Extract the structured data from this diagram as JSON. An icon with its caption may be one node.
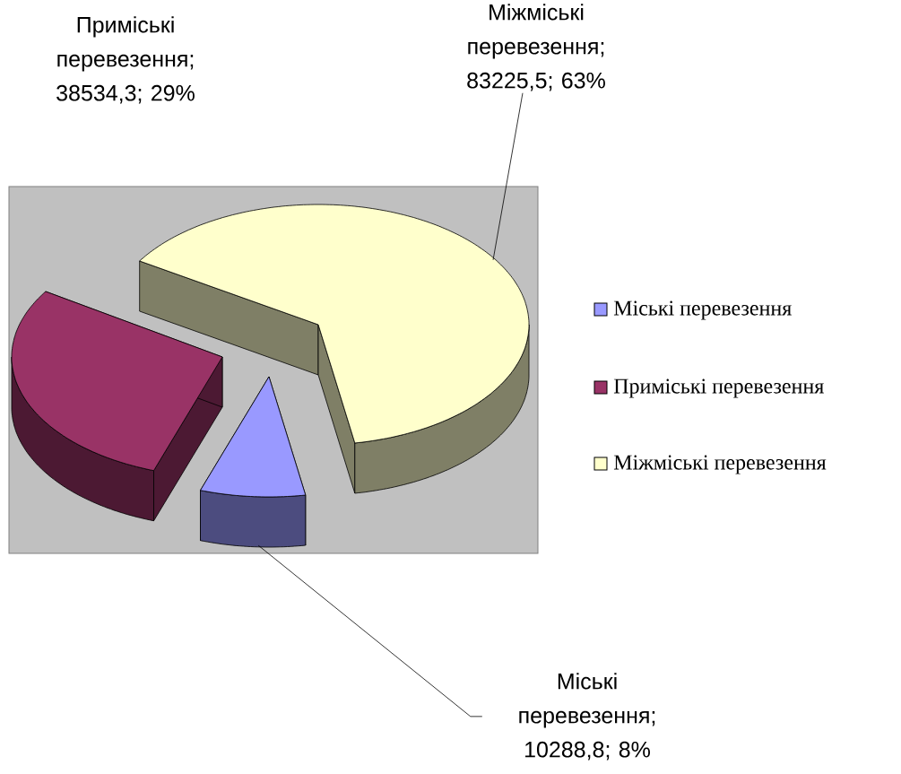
{
  "diagram": {
    "nodes": [
      {
        "text": [
          "Міжміські перевезення; 83225,5; 63%"
        ]
      },
      {
        "text": [],
        "shape": "wedge"
      },
      {
        "text": [],
        "shape": "wedge"
      },
      {
        "text": [],
        "shape": "wedge"
      },
      {
        "text": [
          "Міські перевезення; 10288,8; 8%"
        ]
      }
    ],
    "edges": [
      {
        "from": 0,
        "to": 3,
        "arrow": "none"
      },
      {
        "from": 4,
        "to": 2,
        "arrow": "none"
      }
    ],
    "labels": [
      "Приміські перевезення; 38534,3; 29%"
    ],
    "legend": [
      {
        "text": "Міські перевезення",
        "color": "#9999ff"
      },
      {
        "text": "Приміські перевезення",
        "color": "#993366"
      },
      {
        "text": "Міжміські перевезення",
        "color": "#ffffcc"
      }
    ]
  }
}
